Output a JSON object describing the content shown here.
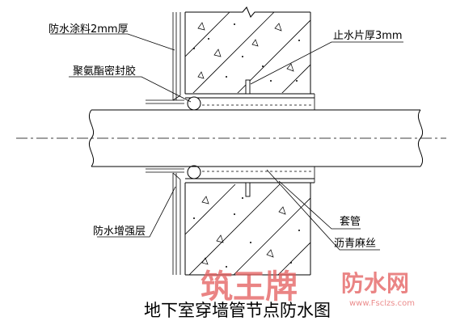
{
  "labels": {
    "waterproof_coating": "防水涂料2mm厚",
    "polyurethane_sealant": "聚氨酯密封胶",
    "water_stop_plate": "止水片厚3mm",
    "waterproof_reinforcement": "防水增强层",
    "sleeve": "套管",
    "asphalt_hemp": "沥青麻丝"
  },
  "title": "地下室穿墙管节点防水图",
  "watermark": {
    "brand": "筑王牌",
    "site_name": "防水网",
    "url": "www.Fsclzs.com"
  },
  "colors": {
    "line": "#000000",
    "watermark": "#e35b5b"
  }
}
